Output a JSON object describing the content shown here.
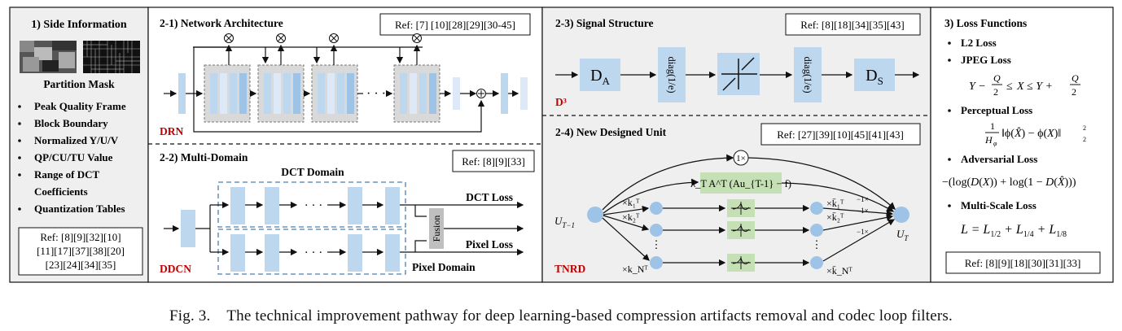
{
  "figure": {
    "side_info": {
      "title": "1) Side Information",
      "mask_label": "Partition Mask",
      "items": [
        "Peak Quality Frame",
        "Block Boundary",
        "Normalized Y/U/V",
        "QP/CU/TU Value",
        "Range of DCT",
        "Coefficients",
        "Quantization Tables"
      ],
      "ref_lines": [
        "Ref: [8][9][32][10]",
        "[11][17][37][38][20]",
        "[23][24][34][35]"
      ]
    },
    "network": {
      "title": "2-1) Network Architecture",
      "ref": "Ref: [7] [10][28][29][30-45]",
      "tag": "DRN",
      "ellipsis": "· · ·"
    },
    "multidomain": {
      "title": "2-2) Multi-Domain",
      "ref": "Ref: [8][9][33]",
      "dct_domain": "DCT Domain",
      "pixel_domain": "Pixel Domain",
      "dct_loss": "DCT Loss",
      "pixel_loss": "Pixel Loss",
      "fusion": "Fusion",
      "tag": "DDCN",
      "ellipsis": "· · ·"
    },
    "signal": {
      "title": "2-3) Signal Structure",
      "ref": "Ref: [8][18][34][35][43]",
      "da": "D",
      "da_sub": "A",
      "ds": "D",
      "ds_sub": "S",
      "diag": "diag(1/e)",
      "tag": "D³"
    },
    "unit": {
      "title": "2-4) New Designed Unit",
      "ref": "Ref: [27][39][10][45][41][43]",
      "tag": "TNRD",
      "one_x": "1×",
      "formula": "λ_T A^T (Au_{T-1} − f)",
      "u_in": "U",
      "u_in_sub": "T−1",
      "u_out": "U",
      "u_out_sub": "T",
      "k_left": [
        "×k₁ᵀ",
        "×k₂ᵀ",
        "×k_Nᵀ"
      ],
      "k_right": [
        "×k̄₁ᵀ",
        "×k̄₂ᵀ",
        "×k̄_Nᵀ"
      ],
      "minus_one": "−1×"
    },
    "loss": {
      "title": "3) Loss Functions",
      "items": [
        "L2 Loss",
        "JPEG Loss",
        "Perceptual Loss",
        "Adversarial Loss",
        "Multi-Scale Loss"
      ],
      "ref": "Ref: [8][9][18][30][31][33]"
    }
  },
  "caption": {
    "label": "Fig. 3.",
    "text": "The technical improvement pathway for deep learning-based compression artifacts removal and codec loop filters."
  },
  "colors": {
    "panel_gray": "#efefef",
    "block_blue": "#c7dcef",
    "bar_blue": "#bdd7ee",
    "green": "#c5e0b4",
    "red": "#c00000",
    "node_blue": "#9dc3e6"
  }
}
